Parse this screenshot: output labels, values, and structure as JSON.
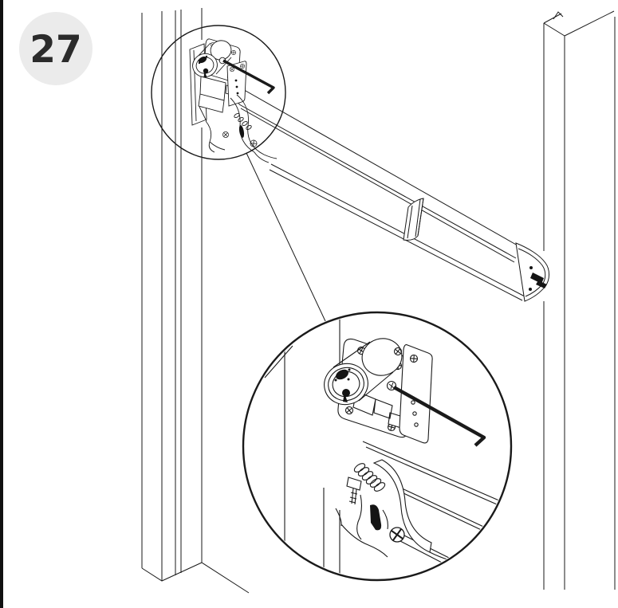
{
  "page": {
    "background": "#ffffff",
    "left_border_color": "#111111"
  },
  "badge": {
    "label": "27",
    "bg": "#ebebeb",
    "text_color": "#2b2b2b"
  },
  "drawing": {
    "stroke_color": "#1a1a1a",
    "dark_fill": "#141414",
    "subject": "panic-exit-device-installation-step",
    "parts": [
      "door-frame-left-stile",
      "door-frame-right-stile",
      "push-bar",
      "device-mechanism",
      "allen-key",
      "detail-callout-circle",
      "magnified-detail-circle",
      "lock-cylinder",
      "spring",
      "phillips-screws"
    ]
  }
}
